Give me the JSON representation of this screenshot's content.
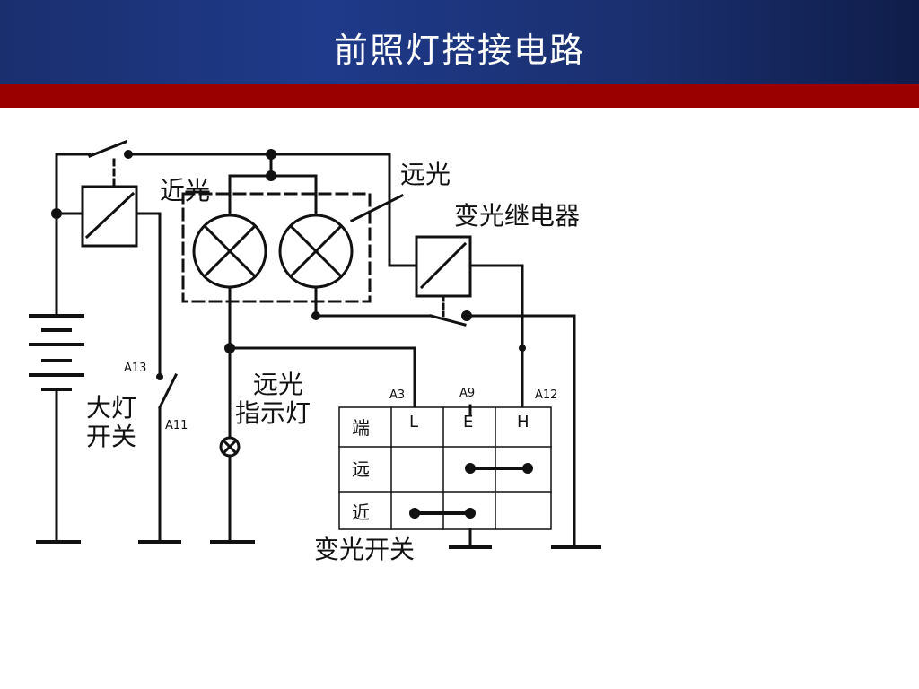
{
  "slide": {
    "title": "前照灯搭接电路"
  },
  "diagram": {
    "labels": {
      "low_beam": "近光",
      "high_beam": "远光",
      "dimmer_relay": "变光继电器",
      "headlight_switch_l1": "大灯",
      "headlight_switch_l2": "开关",
      "indicator_l1": "远光",
      "indicator_l2": "指示灯",
      "dimmer_switch": "变光开关",
      "a13": "A13",
      "a11": "A11",
      "a3": "A3",
      "a9": "A9",
      "a12": "A12"
    },
    "table": {
      "header": [
        "端",
        "L",
        "E",
        "H"
      ],
      "rows": [
        "远",
        "近"
      ]
    }
  },
  "colors": {
    "header_bg": "#1f3a8a",
    "band": "#9b0000",
    "line": "#111111"
  }
}
